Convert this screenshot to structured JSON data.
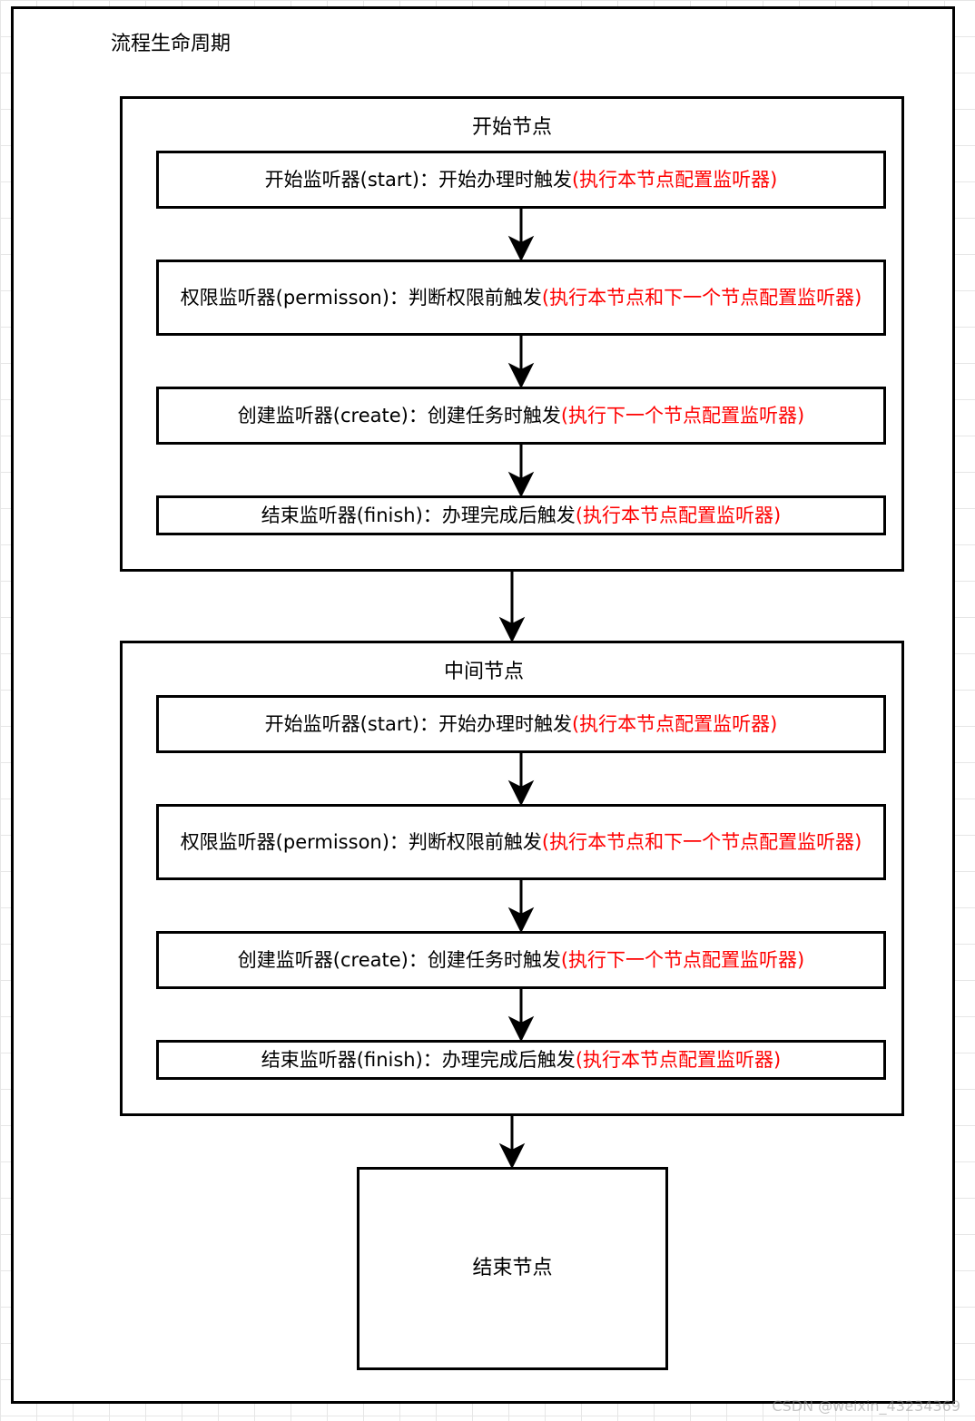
{
  "diagram": {
    "title": "流程生命周期",
    "start_node": {
      "title": "开始节点",
      "listeners": [
        {
          "text": "开始监听器(start)：开始办理时触发",
          "note": "(执行本节点配置监听器)"
        },
        {
          "text": "权限监听器(permisson)：判断权限前触发",
          "note": "(执行本节点和下一个节点配置监听器)"
        },
        {
          "text": "创建监听器(create)：创建任务时触发",
          "note": "(执行下一个节点配置监听器)"
        },
        {
          "text": "结束监听器(finish)：办理完成后触发",
          "note": "(执行本节点配置监听器)"
        }
      ]
    },
    "middle_node": {
      "title": "中间节点",
      "listeners": [
        {
          "text": "开始监听器(start)：开始办理时触发",
          "note": "(执行本节点配置监听器)"
        },
        {
          "text": "权限监听器(permisson)：判断权限前触发",
          "note": "(执行本节点和下一个节点配置监听器)"
        },
        {
          "text": "创建监听器(create)：创建任务时触发",
          "note": "(执行下一个节点配置监听器)"
        },
        {
          "text": "结束监听器(finish)：办理完成后触发",
          "note": "(执行本节点配置监听器)"
        }
      ]
    },
    "end_node": {
      "title": "结束节点"
    }
  },
  "watermark": "CSDN @weixin_43234369",
  "colors": {
    "note": "#ff0000",
    "border": "#000000",
    "grid": "#e6e6e6"
  }
}
